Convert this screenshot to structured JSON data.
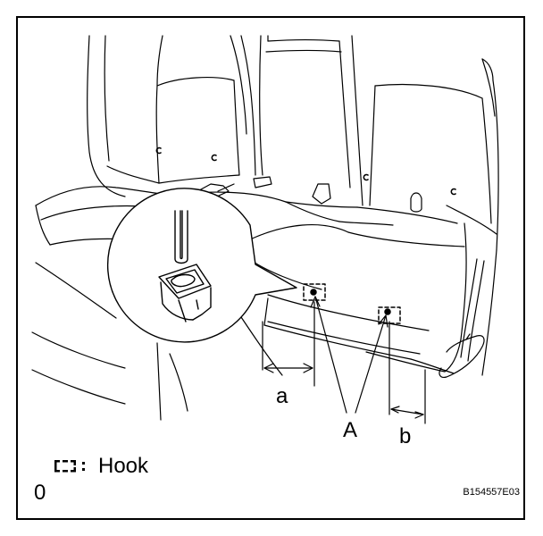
{
  "labels": {
    "dim_a": "a",
    "dim_b": "b",
    "point_A": "A",
    "legend_text": "Hook",
    "corner_number": "0",
    "figure_code": "B154557E03"
  },
  "icons": {
    "legend": "hook-dashed-rect-icon",
    "callout_clip": "hook-clip-icon"
  },
  "colors": {
    "line": "#000000",
    "background": "#ffffff"
  }
}
